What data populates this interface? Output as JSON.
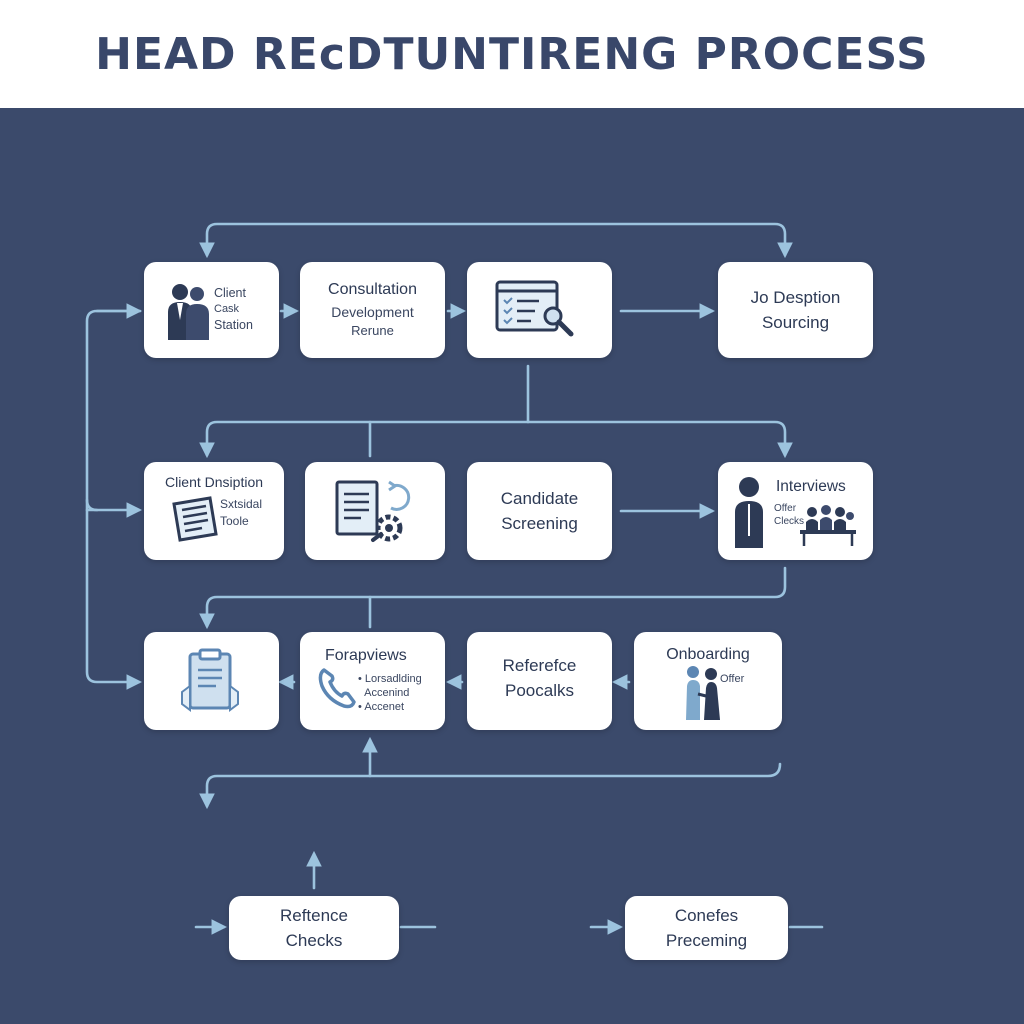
{
  "title": "HEAD REcDTUNTIRENG PROCESS",
  "colors": {
    "panel": "#3b4a6b",
    "card": "#ffffff",
    "connector": "#9cc3de",
    "text": "#2d3a55",
    "title": "#39476a"
  },
  "cards": {
    "client_station": {
      "line1": "Client",
      "line2": "Cask",
      "line3": "Station"
    },
    "consultation": {
      "line1": "Consultation",
      "line2": "Development",
      "line3": "Rerune"
    },
    "checklist": {},
    "jo_desption": {
      "line1": "Jo Desption",
      "line2": "Sourcing"
    },
    "client_dnsiption": {
      "line1": "Client Dnsiption",
      "line2": "Sxtsidal",
      "line3": "Toole"
    },
    "doc_gear": {},
    "candidate": {
      "line1": "Candidate",
      "line2": "Screening"
    },
    "interviews": {
      "line1": "Interviews",
      "line2": "Offer",
      "line3": "Clecks"
    },
    "clipboard": {},
    "forapviews": {
      "line1": "Forapviews",
      "bullet1": "Lorsadlding",
      "bullet2": "Accenind",
      "bullet3": "Accenet"
    },
    "reference": {
      "line1": "Referefce",
      "line2": "Poocalks"
    },
    "onboarding": {
      "line1": "Onboarding",
      "line2": "Offer"
    },
    "refrence_checks": {
      "line1": "Reftence",
      "line2": "Checks"
    },
    "conefes": {
      "line1": "Conefes",
      "line2": "Preceming"
    }
  }
}
